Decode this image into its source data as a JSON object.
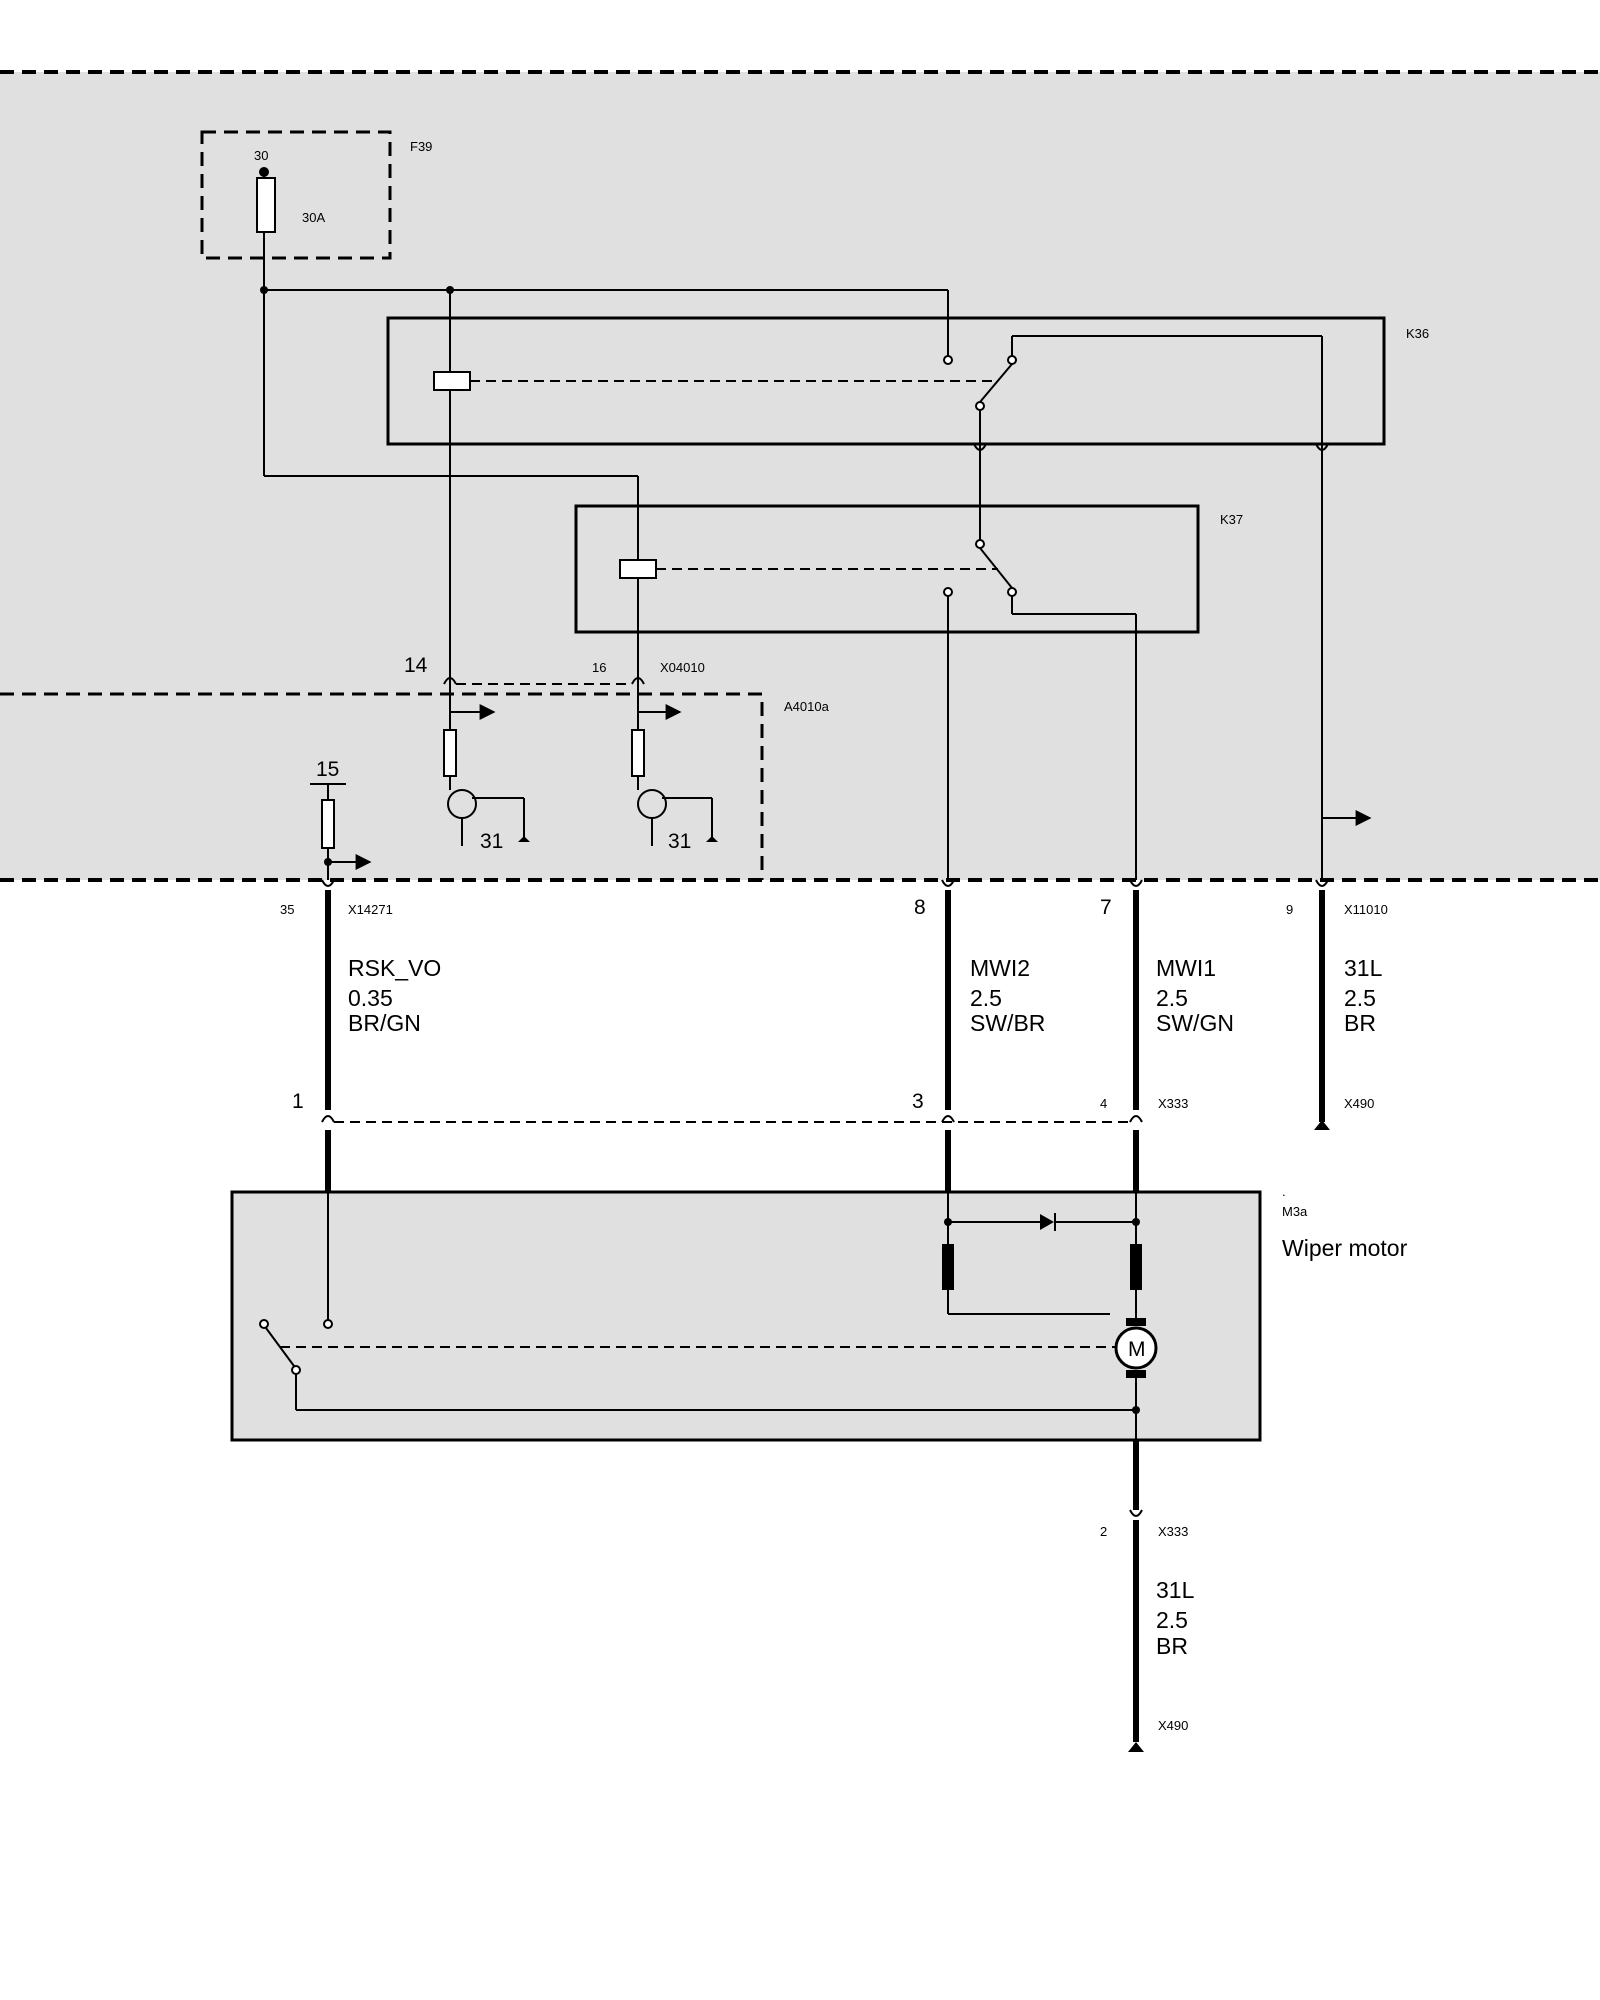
{
  "labels": {
    "f39": "F39",
    "fuse_terminal": "30",
    "fuse_rating": "30A",
    "k36": "K36",
    "k37": "K37",
    "pin14": "14",
    "pin16": "16",
    "x04010": "X04010",
    "a4010a": "A4010a",
    "terminal15": "15",
    "gnd31_a": "31",
    "gnd31_b": "31",
    "pin35": "35",
    "x14271": "X14271",
    "pin8": "8",
    "pin7": "7",
    "pin9": "9",
    "x11010": "X11010",
    "pin1": "1",
    "pin3": "3",
    "pin4": "4",
    "x333_top": "X333",
    "x490_top": "X490",
    "m3a_dot": ".",
    "m3a": "M3a",
    "wiper_motor": "Wiper motor",
    "motor_symbol": "M",
    "pin2": "2",
    "x333_bottom": "X333",
    "x490_bottom": "X490"
  },
  "wires": {
    "rsk": {
      "name": "RSK_VO",
      "gauge": "0.35",
      "color": "BR/GN"
    },
    "mwi2": {
      "name": "MWI2",
      "gauge": "2.5",
      "color": "SW/BR"
    },
    "mwi1": {
      "name": "MWI1",
      "gauge": "2.5",
      "color": "SW/GN"
    },
    "gnd_right": {
      "name": "31L",
      "gauge": "2.5",
      "color": "BR"
    },
    "gnd_bottom": {
      "name": "31L",
      "gauge": "2.5",
      "color": "BR"
    }
  },
  "colors": {
    "module_fill": "#e0e0e0",
    "line": "#000000",
    "background": "#ffffff"
  }
}
